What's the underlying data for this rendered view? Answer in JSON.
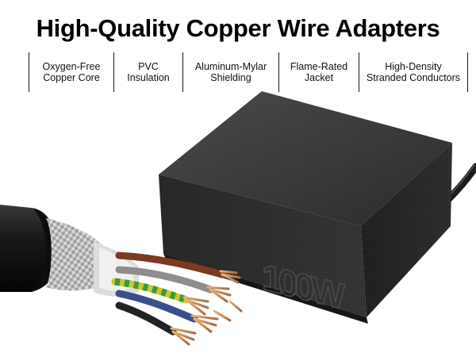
{
  "header": {
    "title": "High-Quality Copper Wire Adapters"
  },
  "features": [
    {
      "line1": "Oxygen-Free",
      "line2": "Copper Core"
    },
    {
      "line1": "PVC",
      "line2": "Insulation"
    },
    {
      "line1": "Aluminum-Mylar",
      "line2": "Shielding"
    },
    {
      "line1": "Flame-Rated",
      "line2": "Jacket"
    },
    {
      "line1": "High-Density",
      "line2": "Stranded Conductors"
    }
  ],
  "product": {
    "adapter_logo": "100W",
    "adapter_color": "#2b2b2b",
    "cable_jacket_color": "#151515",
    "copper_color": "#c98a56"
  }
}
